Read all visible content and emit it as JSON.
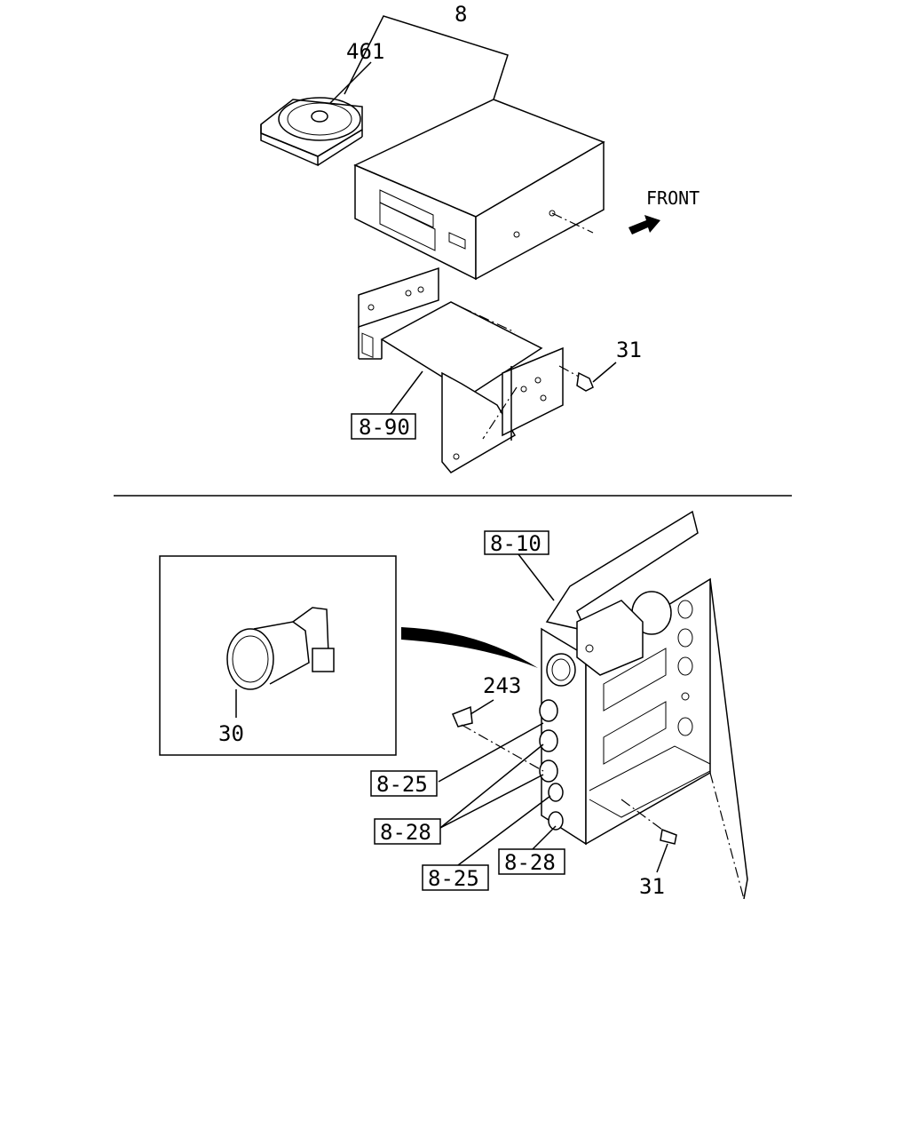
{
  "labels": {
    "assembly": "8",
    "disc_tray": "461",
    "front": "FRONT",
    "screw_top": "31",
    "bracket": "8-90",
    "panel": "8-10",
    "clip": "243",
    "switch": "30",
    "lamp_a": "8-25",
    "socket_a": "8-28",
    "lamp_b": "8-25",
    "socket_b": "8-28",
    "screw_bottom": "31"
  }
}
